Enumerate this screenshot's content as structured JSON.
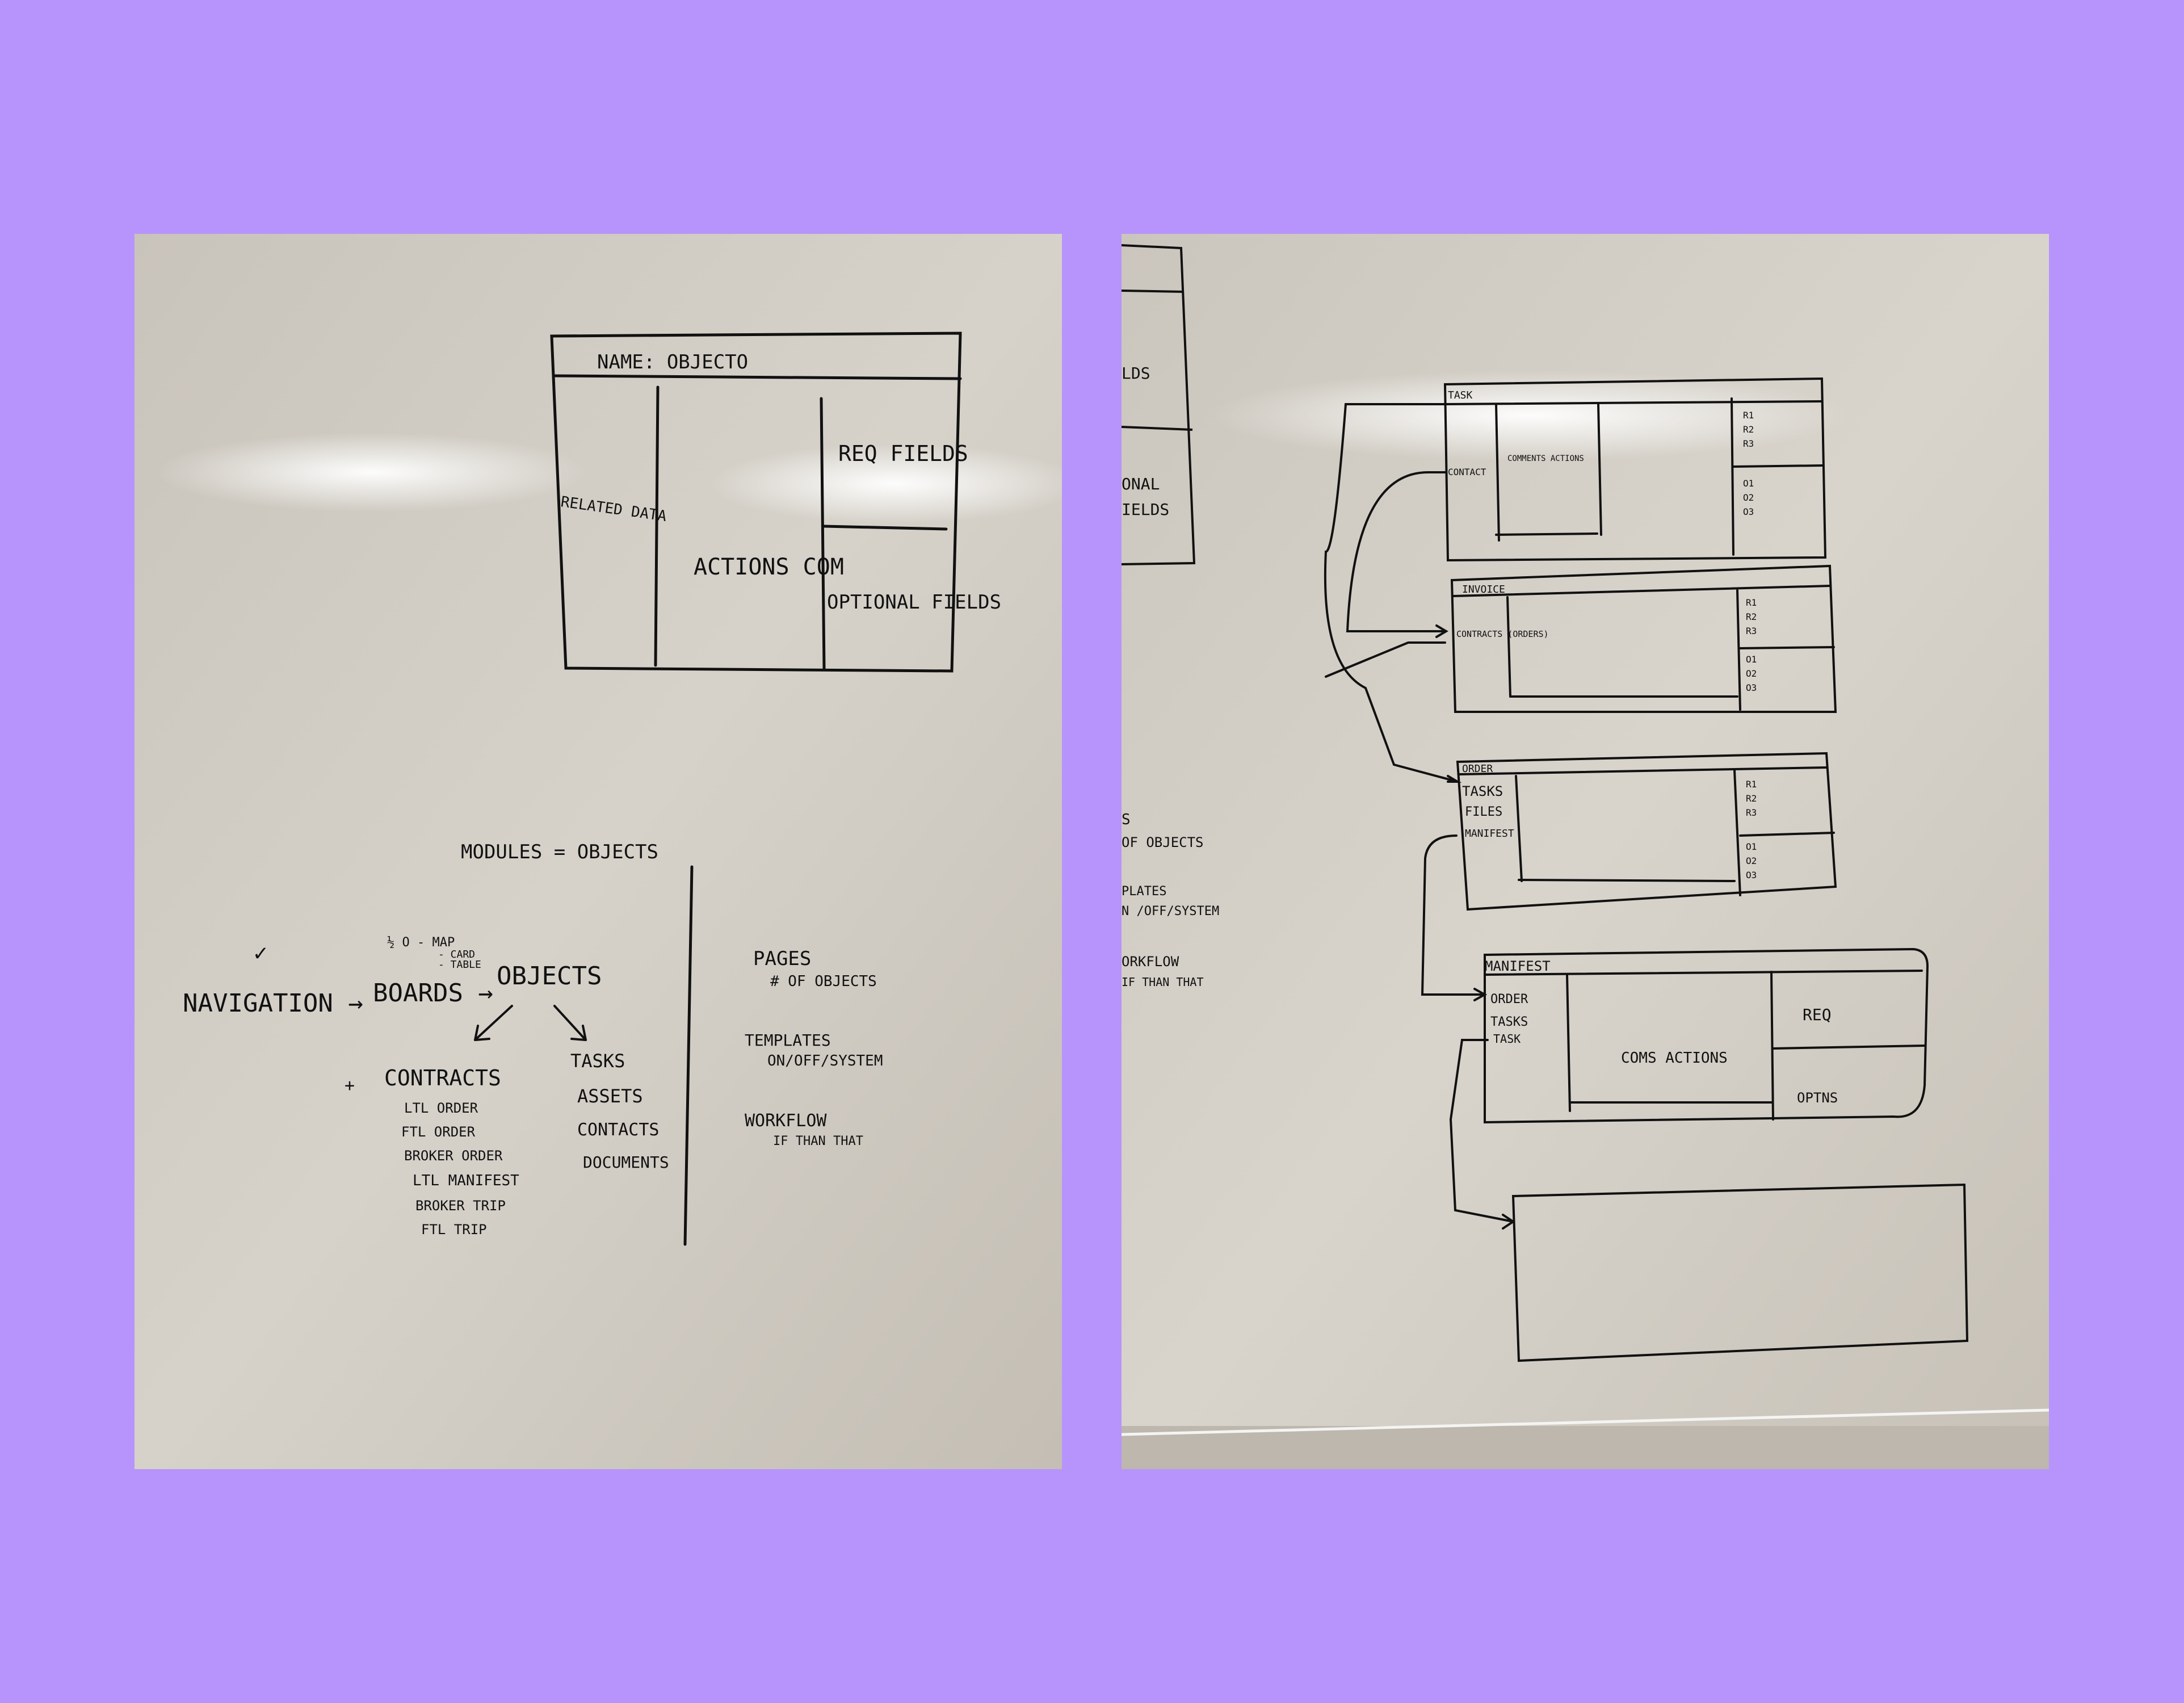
{
  "colors": {
    "background": "#b794fb",
    "board": "#d2cdc4",
    "marker": "#111111"
  },
  "left": {
    "wireframe": {
      "title": "NAME: OBJECTO",
      "related": "RELATED DATA",
      "center": "ACTIONS COM",
      "req": "REQ FIELDS",
      "opt": "OPTIONAL FIELDS"
    },
    "modules_heading": "MODULES = OBJECTS",
    "check": "✓",
    "nav": "NAVIGATION →",
    "boards": "BOARDS →",
    "objects": "OBJECTS",
    "view_types": [
      "½ o - MAP",
      "- CARD",
      "- TABLE"
    ],
    "plus": "+",
    "contracts_heading": "CONTRACTS",
    "contracts": [
      "LTL ORDER",
      "FTL ORDER",
      "BROKER ORDER",
      "LTL MANIFEST",
      "BROKER TRIP",
      "FTL TRIP"
    ],
    "tasks_column": [
      "TASKS",
      "ASSETS",
      "CONTACTS",
      "DOCUMENTS"
    ],
    "pages": "PAGES",
    "pages_sub": "# OF OBJECTS",
    "templates": "TEMPLATES",
    "templates_sub": "ON/OFF/SYSTEM",
    "workflow": "WORKFLOW",
    "workflow_sub": "IF THAN THAT"
  },
  "right": {
    "partial_left": [
      "LDS",
      "ONAL",
      "IELDS",
      "S",
      "OF OBJECTS",
      "PLATES",
      "N /OFF/SYSTEM",
      "ORKFLOW",
      "IF THAN THAT"
    ],
    "task_box": {
      "title": "TASK",
      "left": "CONTACT",
      "center": "COMMENTS ACTIONS",
      "req": [
        "R1",
        "R2",
        "R3"
      ],
      "opt": [
        "O1",
        "O2",
        "O3"
      ]
    },
    "invoice_box": {
      "title": "INVOICE",
      "left": "CONTRACTS (ORDERS)",
      "req": [
        "R1",
        "R2",
        "R3"
      ],
      "opt": [
        "O1",
        "O2",
        "O3"
      ]
    },
    "order_box": {
      "title": "ORDER",
      "left": [
        "TASKS",
        "FILES",
        "MANIFEST"
      ],
      "req": [
        "R1",
        "R2",
        "R3"
      ],
      "opt": [
        "O1",
        "O2",
        "O3"
      ]
    },
    "manifest_box": {
      "title": "MANIFEST",
      "left": [
        "ORDER",
        "TASKS",
        "TASK"
      ],
      "center": "COMS ACTIONS",
      "req": "REQ",
      "opt": "OPTNS"
    }
  }
}
